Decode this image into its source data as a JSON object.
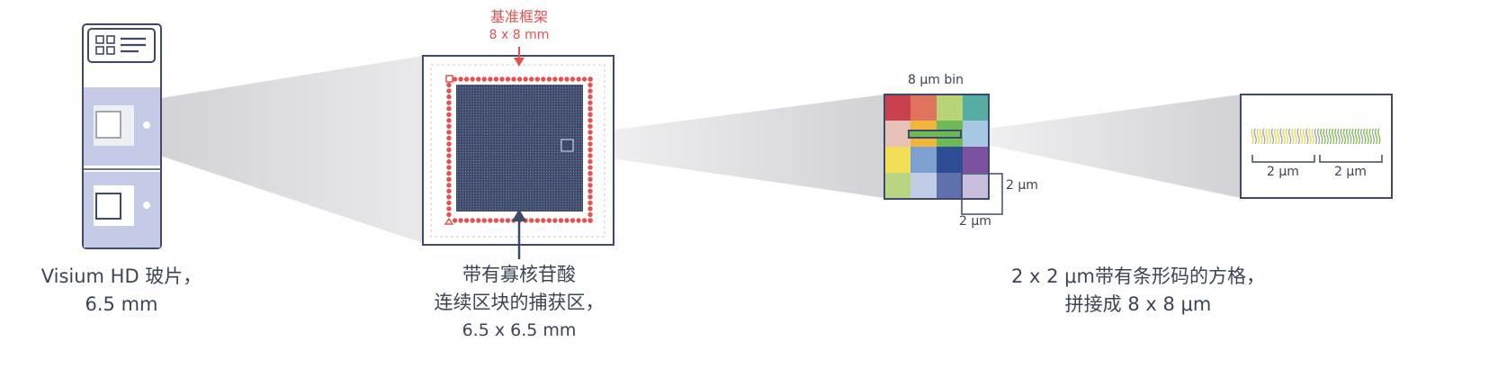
{
  "slide": {
    "caption_line1": "Visium HD 玻片，",
    "caption_line2": "6.5 mm"
  },
  "fiducial": {
    "title": "基准框架",
    "size": "8 x 8 mm",
    "color": "#e4514f"
  },
  "capture": {
    "caption_line1": "带有寡核苷酸",
    "caption_line2": "连续区块的捕获区，",
    "caption_line3": "6.5 x 6.5 mm",
    "color": "#3d4a6b"
  },
  "bin": {
    "label": "8 μm bin",
    "square_right_label": "2 μm",
    "square_bottom_label": "2 μm",
    "colors": [
      [
        "#c9414d",
        "#e0735e",
        "#b8d477",
        "#56ada1"
      ],
      [
        "#e8c2b8",
        "#f1b53c",
        "#6cb956",
        "#a7c8e3"
      ],
      [
        "#f2df56",
        "#7ea0d0",
        "#2f4d94",
        "#7a52a0"
      ],
      [
        "#bad581",
        "#c2cce6",
        "#5f71ad",
        "#c9bedc"
      ]
    ]
  },
  "barcode": {
    "label_left": "2 μm",
    "label_right": "2 μm",
    "colors": [
      "#e3d65a",
      "#9ea4ad",
      "#82bd52"
    ]
  },
  "grid_caption": {
    "line1": "2 x 2 μm带有条形码的方格，",
    "line2": "拼接成 8 x 8 μm"
  }
}
